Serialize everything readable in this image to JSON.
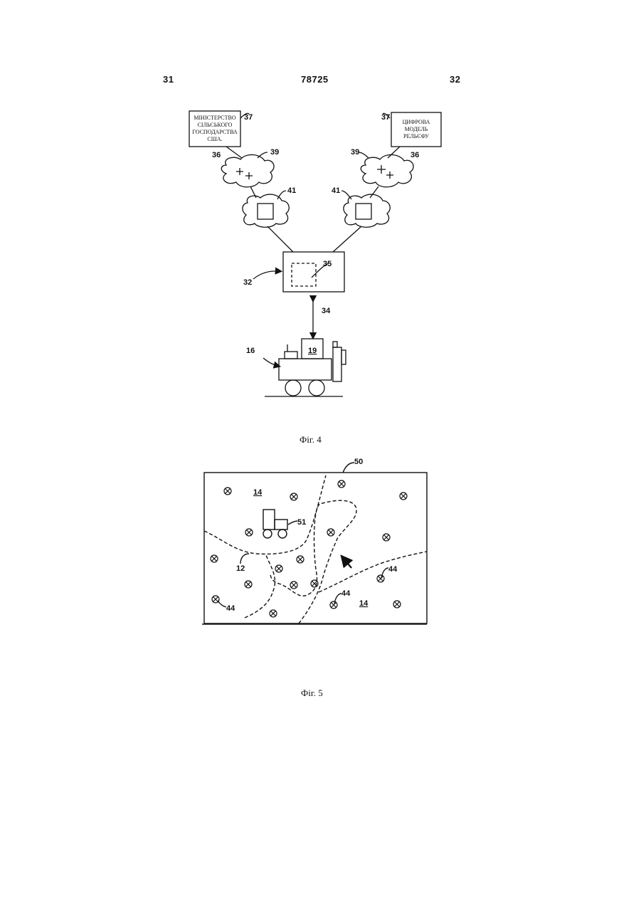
{
  "header": {
    "left_page": "31",
    "doc_number": "78725",
    "right_page": "32"
  },
  "figure4": {
    "caption": "Фіг. 4",
    "left_source_box": [
      "МІНІСТЕРСТВО",
      "СІЛЬСЬКОГО",
      "ГОСПОДАРСТВА",
      "США."
    ],
    "right_source_box": [
      "ЦИФРОВА",
      "МОДЕЛЬ",
      "РЕЛЬЄФУ"
    ],
    "labels": {
      "source_left": "37",
      "source_right": "37",
      "link_left": "36",
      "link_right": "36",
      "cloud_left": "39",
      "cloud_right": "39",
      "node_left": "41",
      "node_right": "41",
      "server": "32",
      "server_inner": "35",
      "wireless_link": "34",
      "vehicle": "16",
      "vehicle_unit": "19"
    }
  },
  "figure5": {
    "caption": "Фіг. 5",
    "labels": {
      "field": "50",
      "zone_top": "14",
      "zone_bottom": "14",
      "vehicle": "51",
      "boundary": "12",
      "marker_right": "44",
      "marker_mid": "44",
      "marker_left": "44"
    }
  }
}
